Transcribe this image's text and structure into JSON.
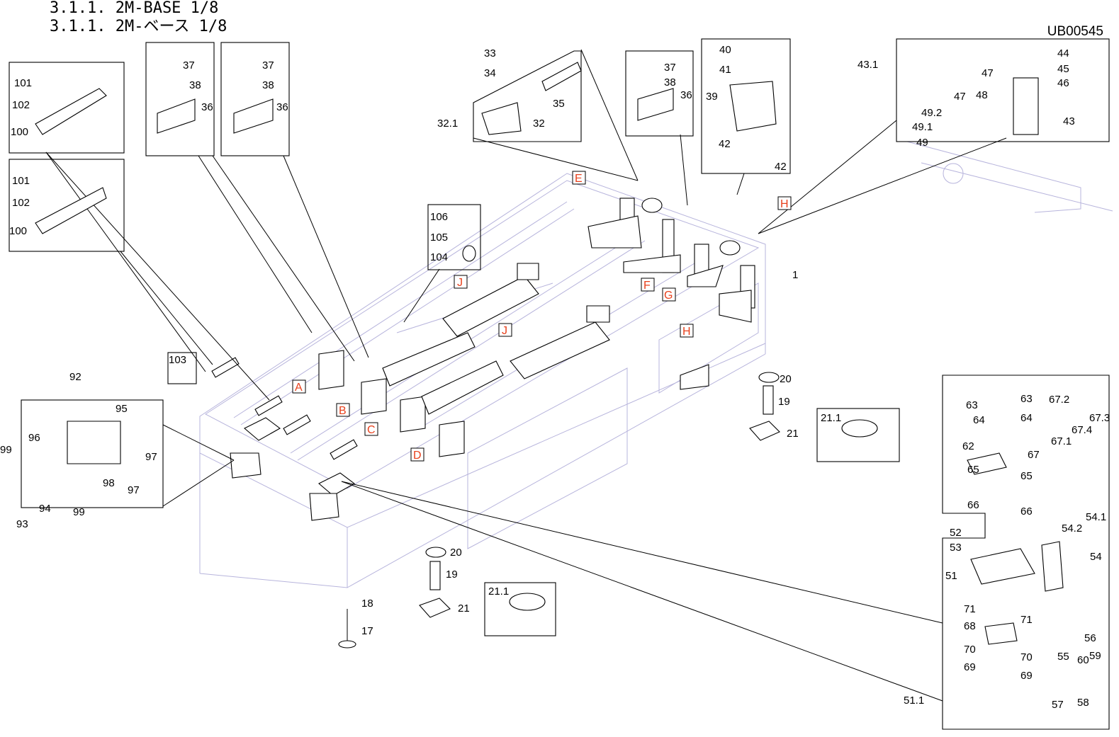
{
  "header": {
    "title_en": "3.1.1.  2M-BASE 1/8",
    "title_jp": "3.1.1.  2M-ベース 1/8",
    "drawing_code": "UB00545"
  },
  "colors": {
    "frame_line": "#b7b4dc",
    "part_line": "#000000",
    "reference_letter": "#e8401c"
  },
  "reference_letters": [
    {
      "id": "A",
      "text": "A"
    },
    {
      "id": "B",
      "text": "B"
    },
    {
      "id": "C",
      "text": "C"
    },
    {
      "id": "D",
      "text": "D"
    },
    {
      "id": "E",
      "text": "E"
    },
    {
      "id": "F",
      "text": "F"
    },
    {
      "id": "G",
      "text": "G"
    },
    {
      "id": "H1",
      "text": "H"
    },
    {
      "id": "H2",
      "text": "H"
    },
    {
      "id": "J1",
      "text": "J"
    },
    {
      "id": "J2",
      "text": "J"
    }
  ],
  "labels": {
    "p1": "1",
    "p17": "17",
    "p18": "18",
    "p19a": "19",
    "p20a": "20",
    "p21a": "21",
    "p21_1a": "21.1",
    "p19b": "19",
    "p20b": "20",
    "p21b": "21",
    "p21_1b": "21.1",
    "p32": "32",
    "p32_1": "32.1",
    "p33": "33",
    "p34": "34",
    "p35": "35",
    "p36a": "36",
    "p37a": "37",
    "p38a": "38",
    "p36b": "36",
    "p37b": "37",
    "p38b": "38",
    "p36c": "36",
    "p37c": "37",
    "p38c": "38",
    "p39": "39",
    "p40": "40",
    "p41": "41",
    "p42a": "42",
    "p42b": "42",
    "p43": "43",
    "p43_1": "43.1",
    "p44": "44",
    "p45": "45",
    "p46": "46",
    "p47a": "47",
    "p47b": "47",
    "p48": "48",
    "p49": "49",
    "p49_1": "49.1",
    "p49_2": "49.2",
    "p51": "51",
    "p51_1": "51.1",
    "p52": "52",
    "p53": "53",
    "p54": "54",
    "p54_1": "54.1",
    "p54_2": "54.2",
    "p55": "55",
    "p56": "56",
    "p57": "57",
    "p58": "58",
    "p59": "59",
    "p60": "60",
    "p62": "62",
    "p63a": "63",
    "p63b": "63",
    "p64a": "64",
    "p64b": "64",
    "p65a": "65",
    "p65b": "65",
    "p66a": "66",
    "p66b": "66",
    "p67": "67",
    "p67_1": "67.1",
    "p67_2": "67.2",
    "p67_3": "67.3",
    "p67_4": "67.4",
    "p68": "68",
    "p69a": "69",
    "p69b": "69",
    "p70a": "70",
    "p70b": "70",
    "p71a": "71",
    "p71b": "71",
    "p92": "92",
    "p93": "93",
    "p94": "94",
    "p95": "95",
    "p96": "96",
    "p97a": "97",
    "p97b": "97",
    "p98": "98",
    "p99a": "99",
    "p99b": "99",
    "p100a": "100",
    "p101a": "101",
    "p102a": "102",
    "p100b": "100",
    "p101b": "101",
    "p102b": "102",
    "p103": "103",
    "p104": "104",
    "p105": "105",
    "p106": "106"
  }
}
